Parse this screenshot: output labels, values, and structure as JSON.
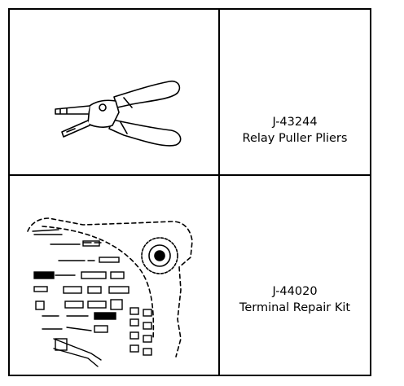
{
  "tools": [
    {
      "part_number": "J-43244",
      "name": "Relay Puller Pliers",
      "icon": "relay-puller-pliers-illustration"
    },
    {
      "part_number": "J-44020",
      "name": "Terminal Repair Kit",
      "icon": "terminal-repair-kit-illustration"
    }
  ]
}
